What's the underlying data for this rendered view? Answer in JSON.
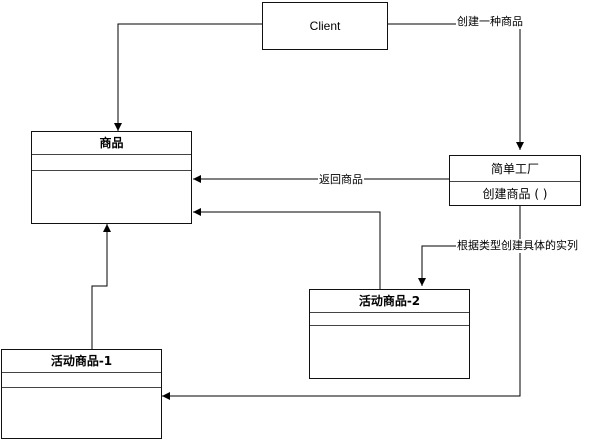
{
  "client": {
    "label": "Client"
  },
  "product": {
    "title": "商品"
  },
  "factory": {
    "name": "简单工厂",
    "method": "创建商品 ( )"
  },
  "product1": {
    "title": "活动商品-1"
  },
  "product2": {
    "title": "活动商品-2"
  },
  "edges": {
    "create": "创建一种商品",
    "return": "返回商品",
    "by_type": "根据类型创建具体的实列"
  }
}
